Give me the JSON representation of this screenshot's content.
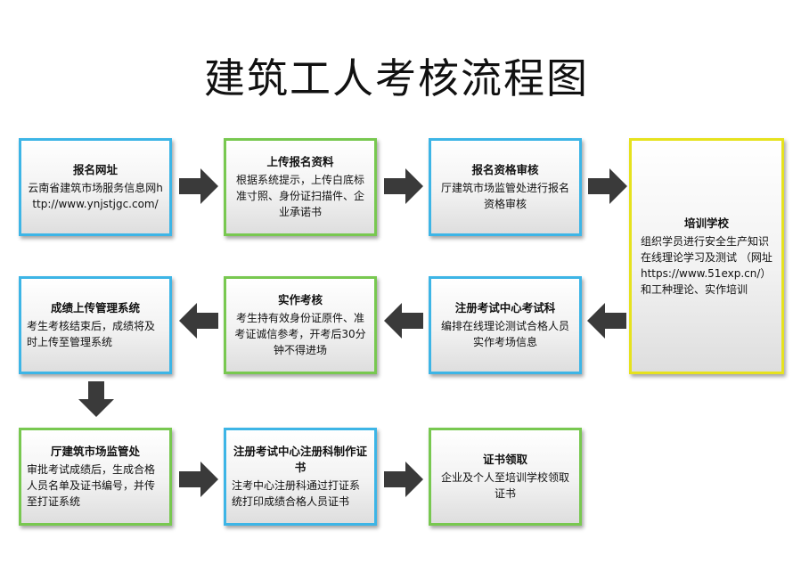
{
  "title": "建筑工人考核流程图",
  "steps": [
    {
      "title": "报名网址",
      "desc": "云南省建筑市场服务信息网http://www.ynjstjgc.com/"
    },
    {
      "title": "上传报名资料",
      "desc": "根据系统提示，上传白底标准寸照、身份证扫描件、企业承诺书"
    },
    {
      "title": "报名资格审核",
      "desc": "厅建筑市场监管处进行报名资格审核"
    },
    {
      "title": "培训学校",
      "desc": "组织学员进行安全生产知识在线理论学习及测试 （网址https://www.51exp.cn/）和工种理论、实作培训"
    },
    {
      "title": "注册考试中心考试科",
      "desc": "编排在线理论测试合格人员实作考场信息"
    },
    {
      "title": "实作考核",
      "desc": "考生持有效身份证原件、准考证诚信参考，开考后30分钟不得进场"
    },
    {
      "title": "成绩上传管理系统",
      "desc": "考生考核结束后，成绩将及时上传至管理系统"
    },
    {
      "title": "厅建筑市场监管处",
      "desc": "审批考试成绩后，生成合格人员名单及证书编号，并传至打证系统"
    },
    {
      "title": "注册考试中心注册科制作证书",
      "desc": "注考中心注册科通过打证系统打印成绩合格人员证书"
    },
    {
      "title": "证书领取",
      "desc": "企业及个人至培训学校领取证书"
    }
  ],
  "colors": {
    "blue": "#3db5e6",
    "green": "#78c850",
    "yellow": "#e6e21e",
    "arrow": "#3a3a3a"
  }
}
